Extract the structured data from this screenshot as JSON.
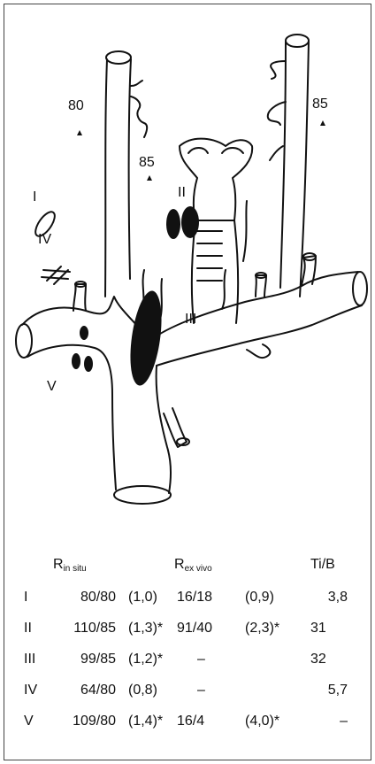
{
  "diagram": {
    "labels": {
      "val_80": "80",
      "val_85_right": "85",
      "val_85_center": "85",
      "roman_I": "I",
      "roman_II": "II",
      "roman_III": "III",
      "roman_IV": "IV",
      "roman_V": "V"
    },
    "hash_symbol": "#"
  },
  "table": {
    "headers": {
      "r_in_situ_main": "R",
      "r_in_situ_sub": "in situ",
      "r_ex_vivo_main": "R",
      "r_ex_vivo_sub": "ex vivo",
      "ti_b": "Ti/B"
    },
    "rows": [
      {
        "id": "I",
        "r_in_situ": "80/80",
        "ratio_in_situ": "(1,0)",
        "r_ex_vivo": "16/18",
        "ratio_ex_vivo": "(0,9)",
        "ti_b": "3,8"
      },
      {
        "id": "II",
        "r_in_situ": "110/85",
        "ratio_in_situ": "(1,3)*",
        "r_ex_vivo": "91/40",
        "ratio_ex_vivo": "(2,3)*",
        "ti_b": "31"
      },
      {
        "id": "III",
        "r_in_situ": "99/85",
        "ratio_in_situ": "(1,2)*",
        "r_ex_vivo": "–",
        "ratio_ex_vivo": "",
        "ti_b": "32"
      },
      {
        "id": "IV",
        "r_in_situ": "64/80",
        "ratio_in_situ": "(0,8)",
        "r_ex_vivo": "–",
        "ratio_ex_vivo": "",
        "ti_b": "5,7"
      },
      {
        "id": "V",
        "r_in_situ": "109/80",
        "ratio_in_situ": "(1,4)*",
        "r_ex_vivo": "16/4",
        "ratio_ex_vivo": "(4,0)*",
        "ti_b": "–"
      }
    ]
  }
}
